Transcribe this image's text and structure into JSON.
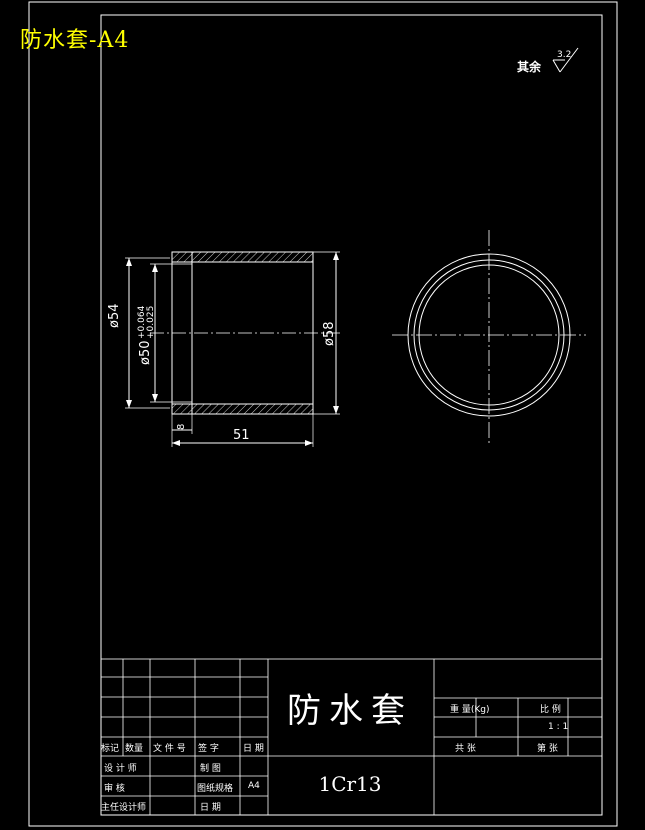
{
  "title_tag": "防水套-A4",
  "roughness": {
    "label": "其余",
    "value": "3.2"
  },
  "dimensions": {
    "d54": "ø54",
    "d50": "ø50",
    "d50_tol_upper": "+0.064",
    "d50_tol_lower": "+0.025",
    "d58": "ø58",
    "length": "51",
    "flange": "8"
  },
  "title_block": {
    "part_name": "防水套",
    "material": "1Cr13",
    "labels": {
      "mark": "标记",
      "qty": "数量",
      "doc_no": "文 件 号",
      "sign": "签  字",
      "date": "日 期",
      "designer": "设 计 师",
      "drafter": "制  图",
      "reviewer": "审  核",
      "paper": "图纸规格",
      "paper_val": "A4",
      "chief": "主任设计师",
      "date2": "日  期",
      "weight": "重    量(Kg)",
      "scale": "比   例",
      "scale_val": "1 : 1",
      "total": "共    张",
      "sheet": "第    张"
    }
  },
  "colors": {
    "line": "#ffffff",
    "title": "#ffff00",
    "background": "#000000"
  }
}
